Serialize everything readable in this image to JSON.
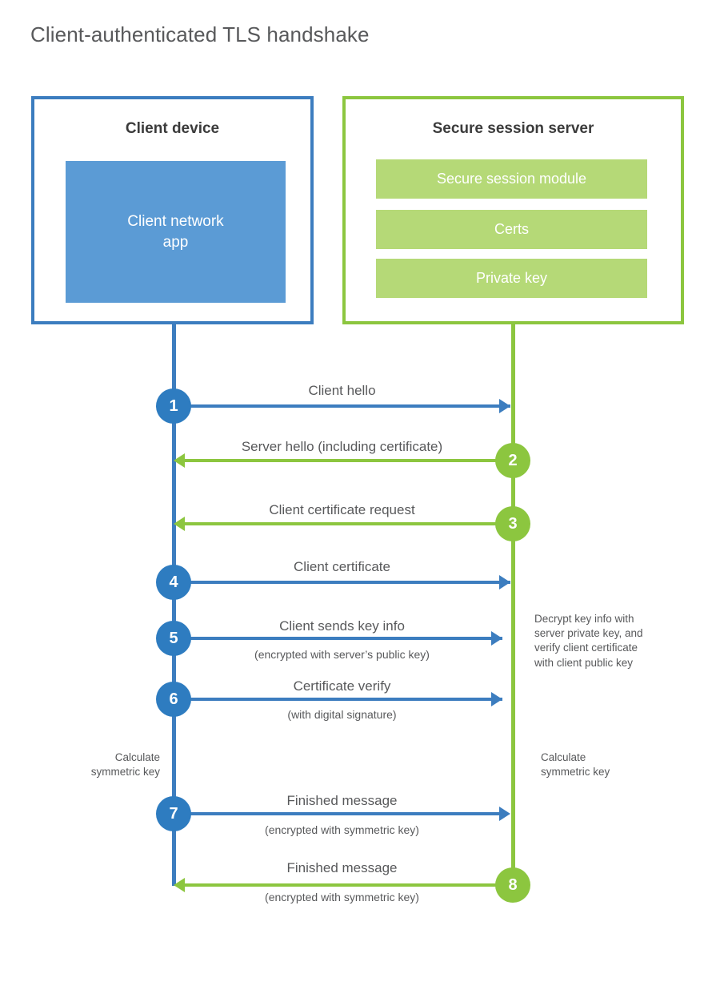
{
  "title": "Client-authenticated TLS handshake",
  "colors": {
    "client_blue": "#3C7DBF",
    "client_app_fill": "#5B9BD5",
    "server_green": "#8CC63F",
    "server_bar_fill": "#B5D977",
    "step_blue": "#2E7CC0",
    "text_gray": "#58595b",
    "heading_gray": "#3b3b3b"
  },
  "client": {
    "title": "Client device",
    "app_label": "Client network\napp"
  },
  "server": {
    "title": "Secure session server",
    "bars": [
      {
        "label": "Secure session module"
      },
      {
        "label": "Certs"
      },
      {
        "label": "Private key"
      }
    ]
  },
  "steps": [
    {
      "number": "1",
      "label": "Client hello",
      "sublabel": "",
      "direction": "client-to-server",
      "color": "blue"
    },
    {
      "number": "2",
      "label": "Server hello (including certificate)",
      "sublabel": "",
      "direction": "server-to-client",
      "color": "green"
    },
    {
      "number": "3",
      "label": "Client certificate request",
      "sublabel": "",
      "direction": "server-to-client",
      "color": "green"
    },
    {
      "number": "4",
      "label": "Client certificate",
      "sublabel": "",
      "direction": "client-to-server",
      "color": "blue"
    },
    {
      "number": "5",
      "label": "Client sends key info",
      "sublabel": "(encrypted with server’s public key)",
      "direction": "client-to-server",
      "color": "blue"
    },
    {
      "number": "6",
      "label": "Certificate verify",
      "sublabel": "(with digital signature)",
      "direction": "client-to-server",
      "color": "blue"
    },
    {
      "number": "7",
      "label": "Finished message",
      "sublabel": "(encrypted with symmetric key)",
      "direction": "client-to-server",
      "color": "blue"
    },
    {
      "number": "8",
      "label": "Finished message",
      "sublabel": "(encrypted with symmetric key)",
      "direction": "server-to-client",
      "color": "green"
    }
  ],
  "notes": {
    "server_decrypt": "Decrypt key info with\nserver private key, and\nverify client certificate\nwith client public key",
    "client_calculate": "Calculate\nsymmetric key",
    "server_calculate": "Calculate\nsymmetric key"
  }
}
